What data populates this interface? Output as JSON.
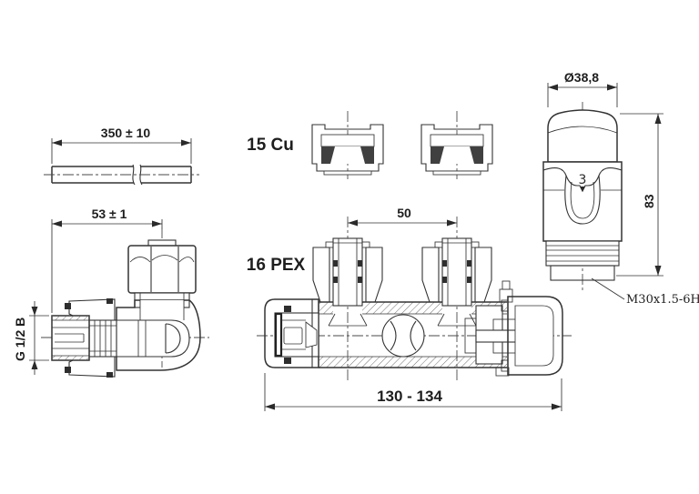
{
  "labels": {
    "pipe_length": "350 ± 10",
    "valve_offset": "53 ± 1",
    "valve_thread": "G 1/2 B",
    "cu_label": "15 Cu",
    "pex_label": "16 PEX",
    "port_spacing": "50",
    "body_length": "130 - 134",
    "head_diameter": "Ø38,8",
    "head_height": "83",
    "head_thread": "M30x1.5-6H",
    "head_setting": "3"
  },
  "colors": {
    "line": "#333333",
    "background": "#ffffff",
    "dark_fill": "#2e2e2e",
    "hatch": "#606060",
    "knurl_ring": "#191919"
  }
}
